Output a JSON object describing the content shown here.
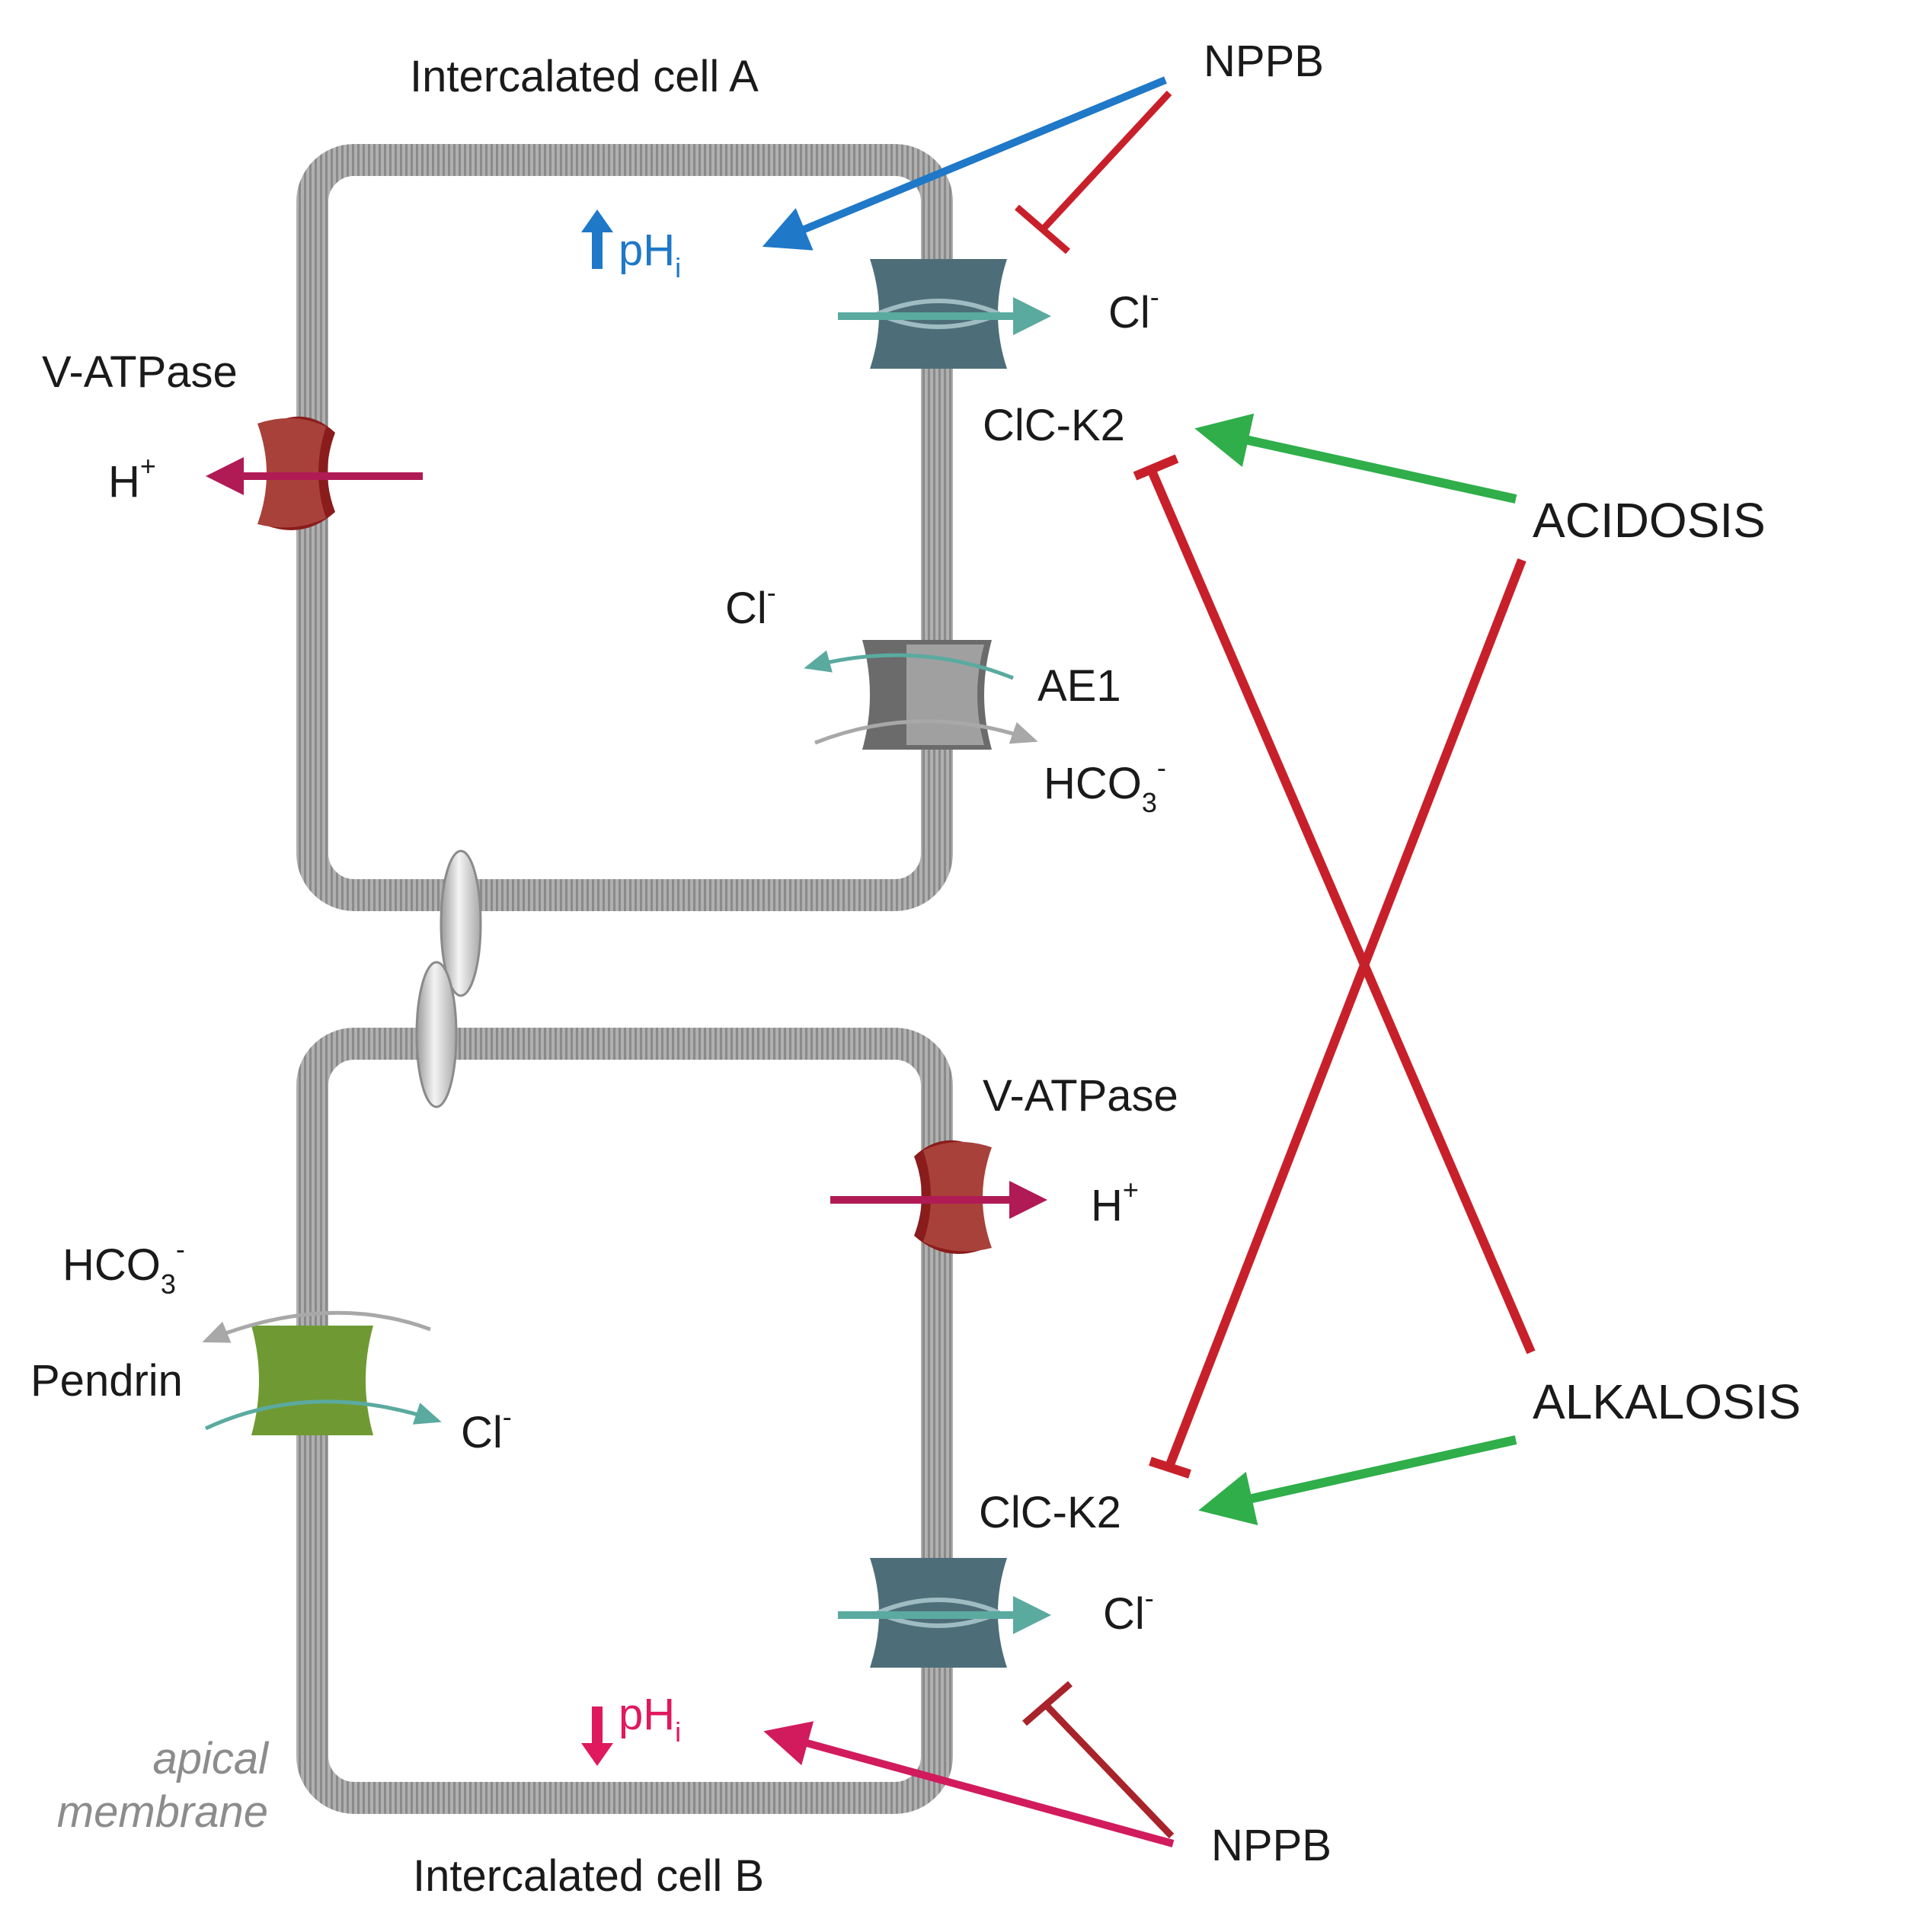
{
  "cell_a": {
    "title": "Intercalated cell A",
    "vatpase": "V-ATPase",
    "h_ion": "H",
    "h_charge": "+",
    "clc_ion": "Cl",
    "clc_charge": "-",
    "clc_name": "ClC-K2",
    "ae1_name": "AE1",
    "ae1_cl": "Cl",
    "ae1_cl_charge": "-",
    "ae1_hco": "HCO",
    "ae1_hco_sub": "3",
    "ae1_hco_charge": "-",
    "phi": "pH",
    "phi_sub": "i"
  },
  "cell_b": {
    "title": "Intercalated cell B",
    "vatpase": "V-ATPase",
    "h_ion": "H",
    "h_charge": "+",
    "clc_ion": "Cl",
    "clc_charge": "-",
    "clc_name": "ClC-K2",
    "pendrin": "Pendrin",
    "pendrin_hco": "HCO",
    "pendrin_hco_sub": "3",
    "pendrin_hco_charge": "-",
    "pendrin_cl": "Cl",
    "pendrin_cl_charge": "-",
    "phi": "pH",
    "phi_sub": "i",
    "apical_1": "apical",
    "apical_2": "membrane"
  },
  "regulators": {
    "nppb_top": "NPPB",
    "nppb_bottom": "NPPB",
    "acidosis": "ACIDOSIS",
    "alkalosis": "ALKALOSIS"
  },
  "colors": {
    "membrane": "#a3a3a3",
    "clc": "#4d6e78",
    "vatpase": "#a3332e",
    "ae1": "#6b6b6b",
    "pendrin": "#6f9a33",
    "inhibit": "#c8202a",
    "activate": "#2fae4a",
    "ph_up": "#1f78c8",
    "ph_down": "#e0185e",
    "cl_flux": "#5aaaa0",
    "h_flux": "#b01a55"
  }
}
